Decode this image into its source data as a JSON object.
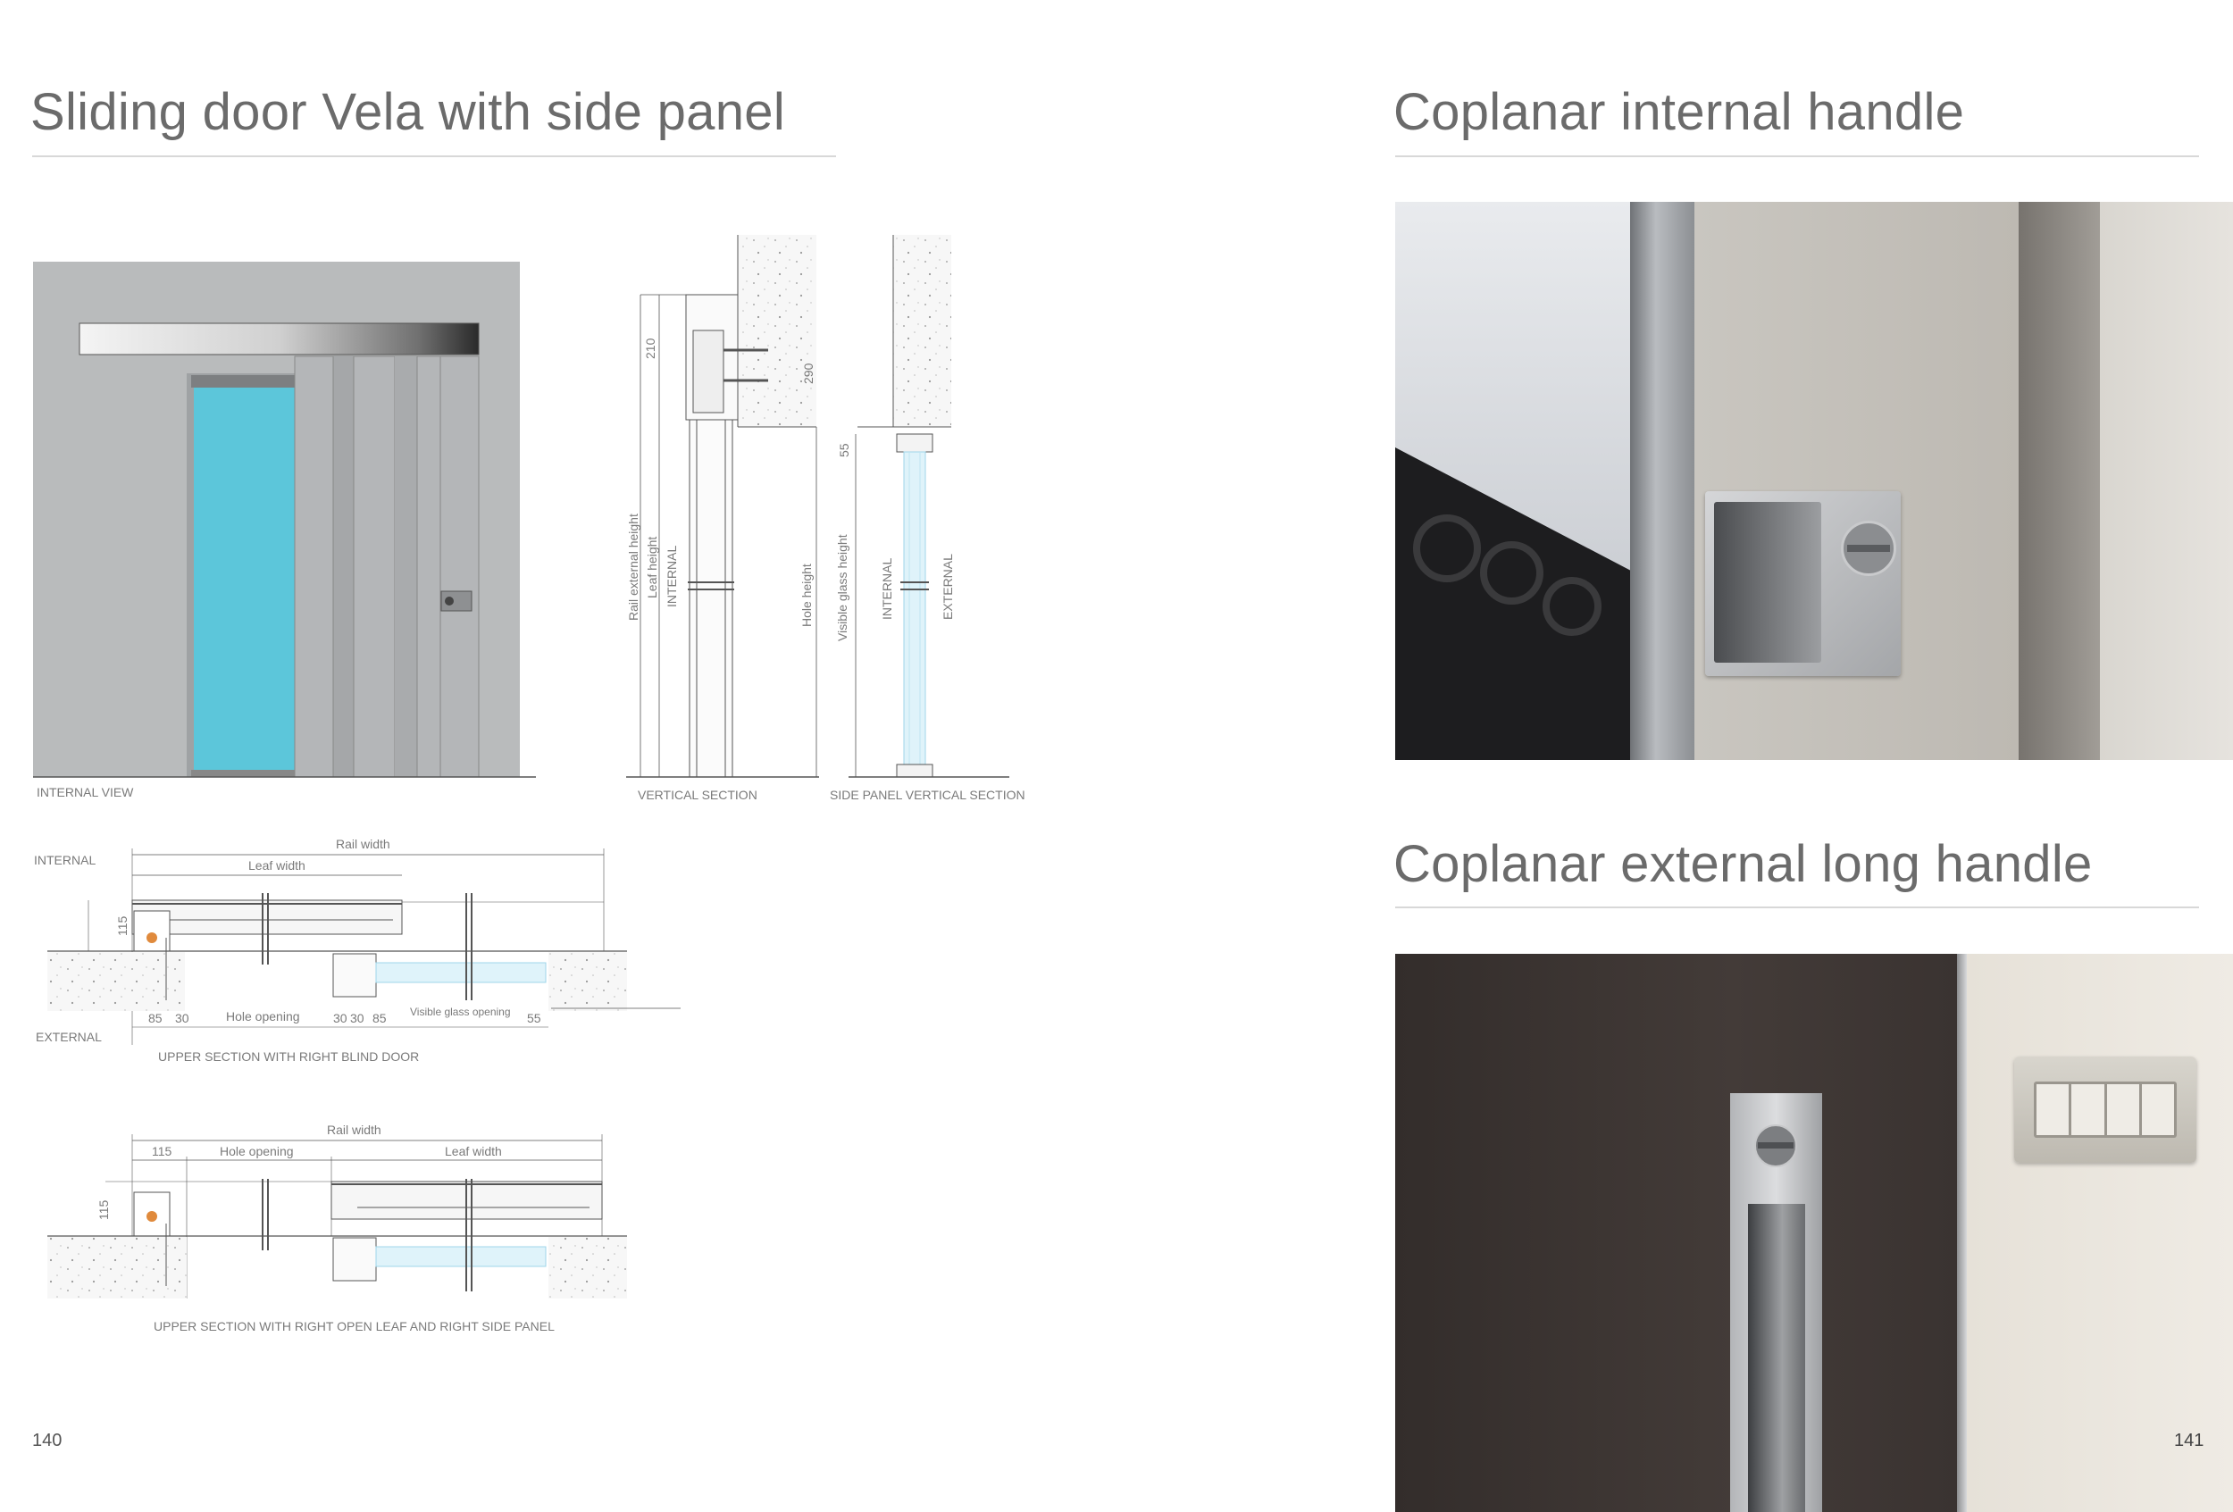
{
  "left_page": {
    "title": "Sliding door Vela with side panel",
    "page_number": "140",
    "internal_view": {
      "caption": "INTERNAL VIEW",
      "glass_color": "#5cc6da"
    },
    "vertical_section": {
      "caption": "VERTICAL SECTION",
      "labels": {
        "rail_external_height": "Rail external height",
        "leaf_height": "Leaf height",
        "internal": "INTERNAL",
        "hole_height": "Hole height"
      },
      "dims": {
        "d210": "210",
        "d290": "290"
      }
    },
    "side_panel_section": {
      "caption": "SIDE PANEL VERTICAL SECTION",
      "labels": {
        "visible_glass_height": "Visible glass height",
        "internal": "INTERNAL",
        "external": "EXTERNAL"
      },
      "dims": {
        "d55": "55"
      }
    },
    "upper_section_1": {
      "caption": "UPPER SECTION WITH RIGHT BLIND DOOR",
      "internal": "INTERNAL",
      "external": "EXTERNAL",
      "rail_width": "Rail width",
      "leaf_width": "Leaf width",
      "hole_opening": "Hole opening",
      "visible_glass_opening": "Visible glass opening",
      "dims": {
        "h115": "115",
        "a85": "85",
        "a30": "30",
        "b30": "30",
        "c30": "30",
        "b85": "85",
        "c55": "55"
      }
    },
    "upper_section_2": {
      "caption": "UPPER SECTION WITH RIGHT OPEN LEAF AND RIGHT SIDE PANEL",
      "rail_width": "Rail width",
      "hole_opening": "Hole opening",
      "leaf_width": "Leaf width",
      "dims": {
        "w115": "115",
        "h115": "115"
      }
    }
  },
  "right_page": {
    "title_1": "Coplanar internal handle",
    "title_2": "Coplanar external long handle",
    "page_number": "141"
  }
}
